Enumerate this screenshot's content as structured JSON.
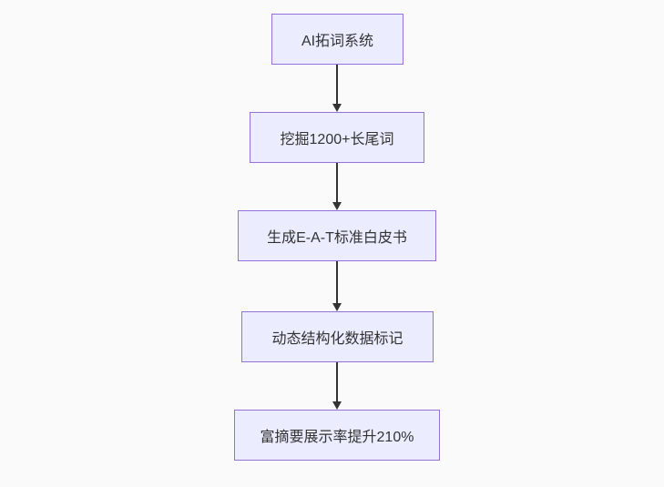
{
  "diagram": {
    "type": "flowchart",
    "direction": "top-down",
    "colors": {
      "background": "#fafafa",
      "node_fill": "#ececff",
      "node_border": "#9370db",
      "text": "#333333",
      "arrow": "#333333"
    },
    "nodes": [
      {
        "id": "node-1",
        "label": "AI拓词系统"
      },
      {
        "id": "node-2",
        "label": "挖掘1200+长尾词"
      },
      {
        "id": "node-3",
        "label": "生成E-A-T标准白皮书"
      },
      {
        "id": "node-4",
        "label": "动态结构化数据标记"
      },
      {
        "id": "node-5",
        "label": "富摘要展示率提升210%"
      }
    ],
    "edges": [
      {
        "from": "AI拓词系统",
        "to": "挖掘1200+长尾词"
      },
      {
        "from": "挖掘1200+长尾词",
        "to": "生成E-A-T标准白皮书"
      },
      {
        "from": "生成E-A-T标准白皮书",
        "to": "动态结构化数据标记"
      },
      {
        "from": "动态结构化数据标记",
        "to": "富摘要展示率提升210%"
      }
    ]
  }
}
